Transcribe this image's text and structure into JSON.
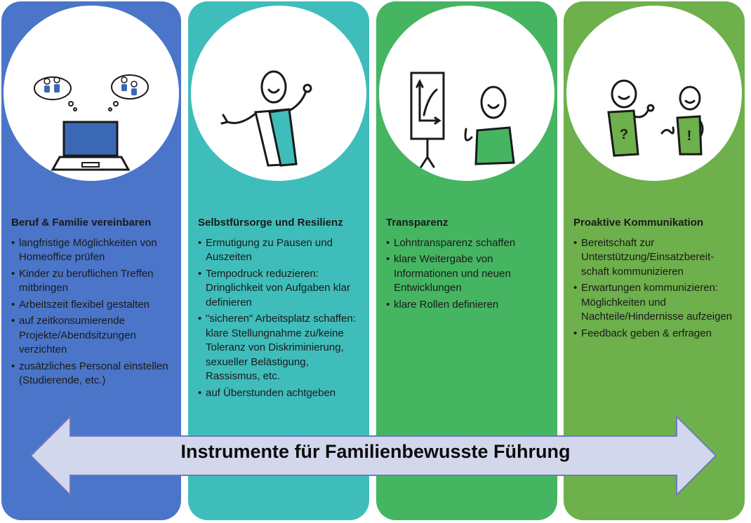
{
  "colors": {
    "col1": "#4a75c9",
    "col2": "#3fbdbb",
    "col3": "#45b562",
    "col4": "#6eb04b",
    "arrow_fill": "#d3d7ec",
    "arrow_stroke": "#6b7bbd"
  },
  "columns": [
    {
      "title": "Beruf & Familie vereinbaren",
      "icon": "laptop-with-thought-bubbles-icon",
      "items": [
        "langfristige Möglichkeiten von Homeoffice prüfen",
        "Kinder zu beruflichen Treffen mitbringen",
        "Arbeitszeit flexibel gestalten",
        "auf zeitkonsumierende Projekte/Abendsitzungen verzichten",
        "zusätzliches Personal einstellen (Studierende, etc.)"
      ]
    },
    {
      "title": "Selbstfürsorge und Resilienz",
      "icon": "person-with-sash-icon",
      "items": [
        "Ermutigung zu Pausen und Auszeiten",
        "Tempodruck reduzieren:\nDringlichkeit von Aufgaben klar definieren",
        "\"sicheren\" Arbeitsplatz schaffen:\nklare Stellungnahme zu/keine Toleranz von Diskriminierung, sexueller Belästigung, Rassismus, etc.",
        "auf Überstunden achtgeben"
      ]
    },
    {
      "title": "Transparenz",
      "icon": "person-with-flipchart-icon",
      "items": [
        "Lohntransparenz schaffen",
        "klare Weitergabe von Informationen und neuen Entwicklungen",
        "klare Rollen definieren"
      ]
    },
    {
      "title": "Proaktive Kommunikation",
      "icon": "two-people-talking-icon",
      "items": [
        "Bereitschaft zur Unterstützung/Einsatzbereit-schaft kommunizieren",
        "Erwartungen kommunizieren:\nMöglichkeiten und Nachteile/Hindernisse aufzeigen",
        "Feedback geben & erfragen"
      ]
    }
  ],
  "arrow": {
    "label": "Instrumente für Familienbewusste Führung",
    "icon": "double-headed-arrow-icon"
  },
  "pictograms": {
    "question_mark": "?",
    "exclamation_mark": "!"
  }
}
